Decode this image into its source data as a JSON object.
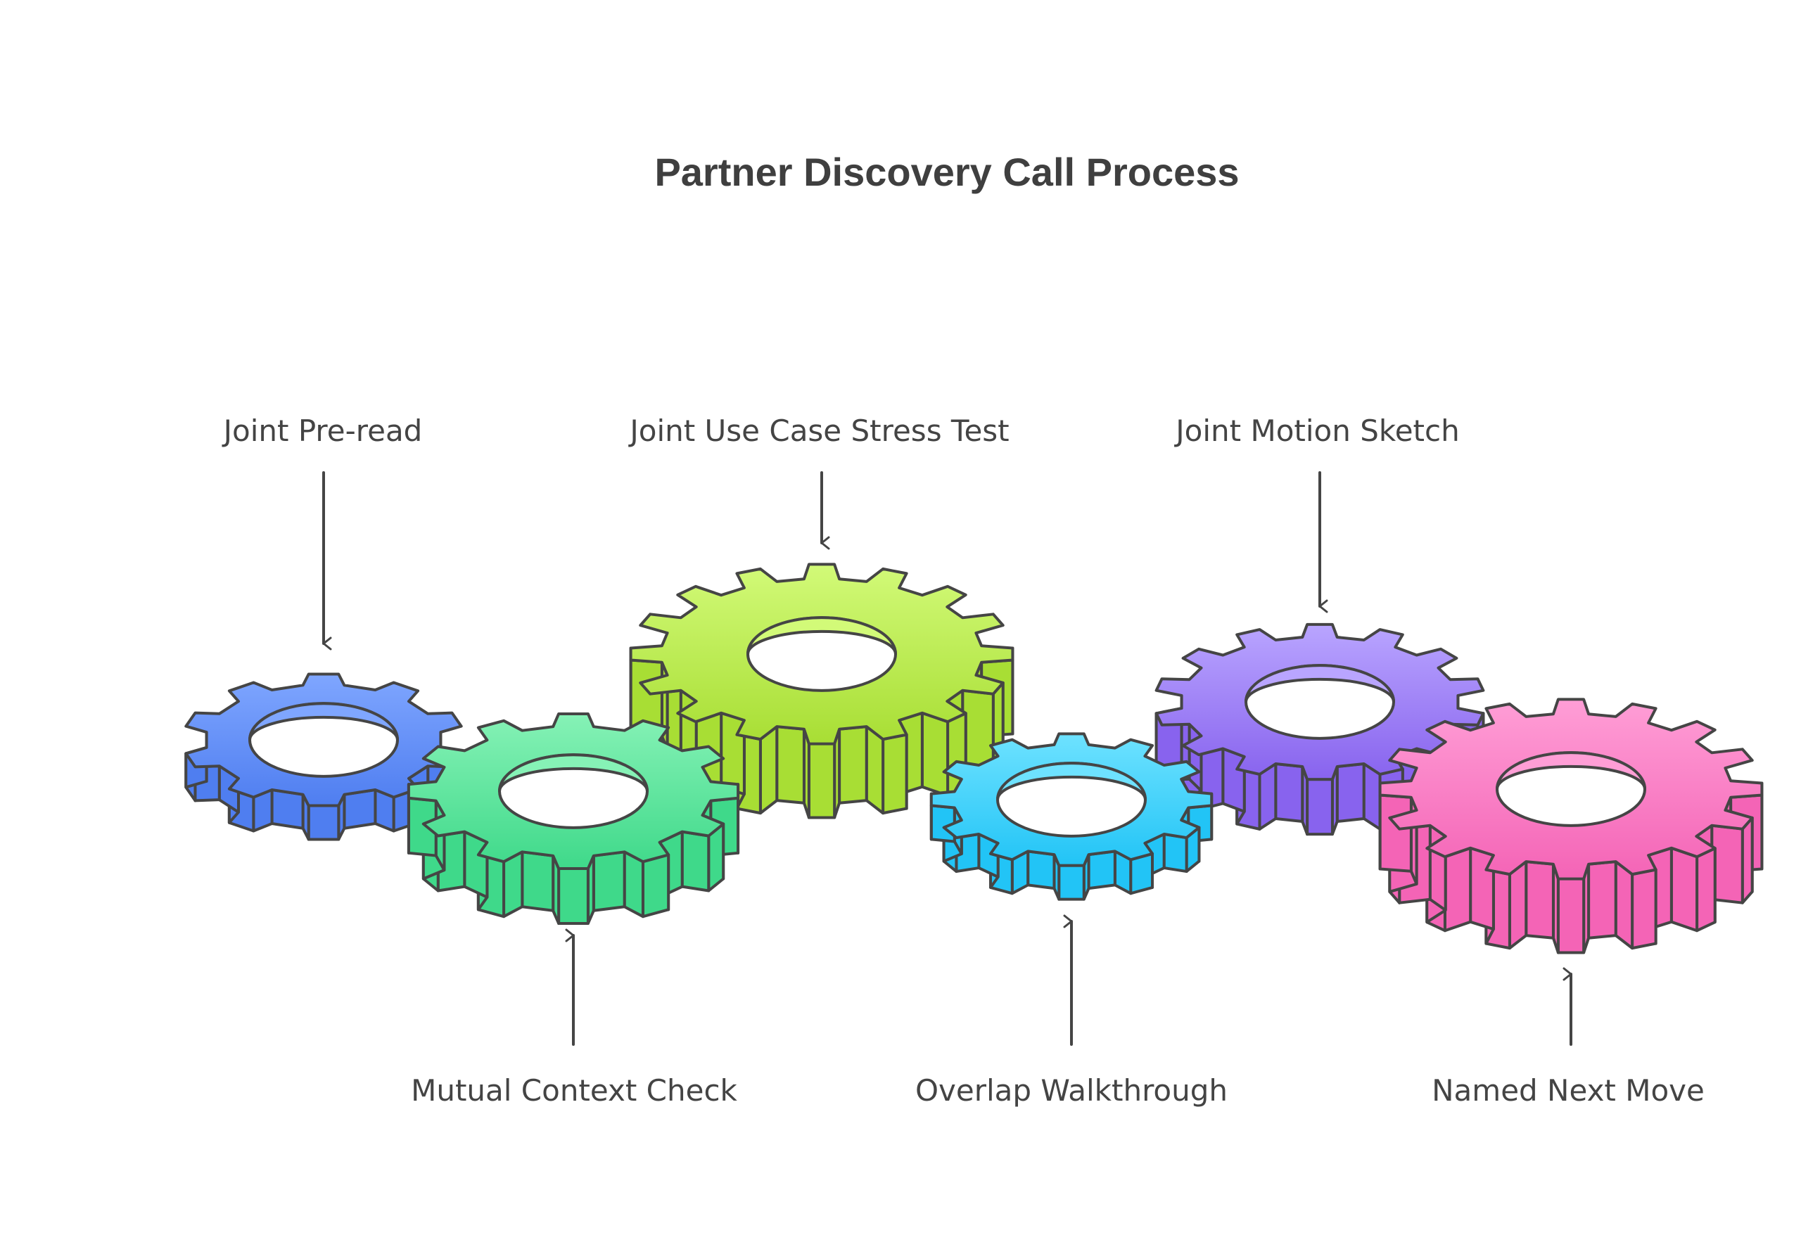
{
  "diagram": {
    "title": "Partner Discovery Call Process",
    "steps": [
      {
        "label": "Joint Pre-read",
        "color_top": "#7fa6ff",
        "color_bottom": "#4f7ef0",
        "teeth": 10
      },
      {
        "label": "Mutual Context Check",
        "color_top": "#86f2b6",
        "color_bottom": "#3fd98a",
        "teeth": 12
      },
      {
        "label": "Joint Use Case Stress Test",
        "color_top": "#d2fa78",
        "color_bottom": "#a8de34",
        "teeth": 16
      },
      {
        "label": "Overlap Walkthrough",
        "color_top": "#6ee2ff",
        "color_bottom": "#22c4f6",
        "teeth": 12
      },
      {
        "label": "Joint Motion Sketch",
        "color_top": "#b9a5ff",
        "color_bottom": "#8863ee",
        "teeth": 14
      },
      {
        "label": "Named Next Move",
        "color_top": "#ff9ed6",
        "color_bottom": "#f464b6",
        "teeth": 16
      }
    ],
    "outline_color": "#454545"
  }
}
